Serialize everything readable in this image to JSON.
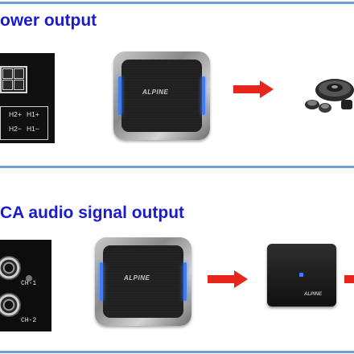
{
  "sections": [
    {
      "title": "ower output"
    },
    {
      "title": "CA audio signal output"
    }
  ],
  "connector_pins": [
    "H2+",
    "H1+",
    "H2−",
    "H1−"
  ],
  "rca_channels": [
    "CH-1",
    "CH-2"
  ],
  "brand_label": "ALPINE",
  "colors": {
    "title": "#1a1ccc",
    "rule": "#6f9fd6",
    "arrow": "#e8251a",
    "led": "#3d7cff"
  }
}
